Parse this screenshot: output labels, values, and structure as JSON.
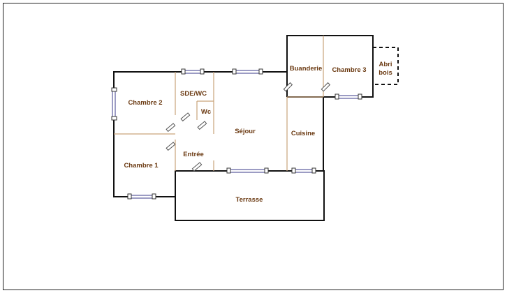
{
  "plan": {
    "rooms": {
      "chambre2": "Chambre 2",
      "chambre1": "Chambre 1",
      "sde_wc": "SDE/WC",
      "wc": "Wc",
      "entree": "Entrée",
      "sejour": "Séjour",
      "cuisine": "Cuisine",
      "buanderie": "Buanderie",
      "chambre3": "Chambre 3",
      "abri_line1": "Abri",
      "abri_line2": "bois",
      "terrasse": "Terrasse"
    },
    "colors": {
      "outer_wall": "#111111",
      "inner_wall": "#c9a37a",
      "label": "#6b3a12",
      "window": "#3a3a8a"
    }
  }
}
